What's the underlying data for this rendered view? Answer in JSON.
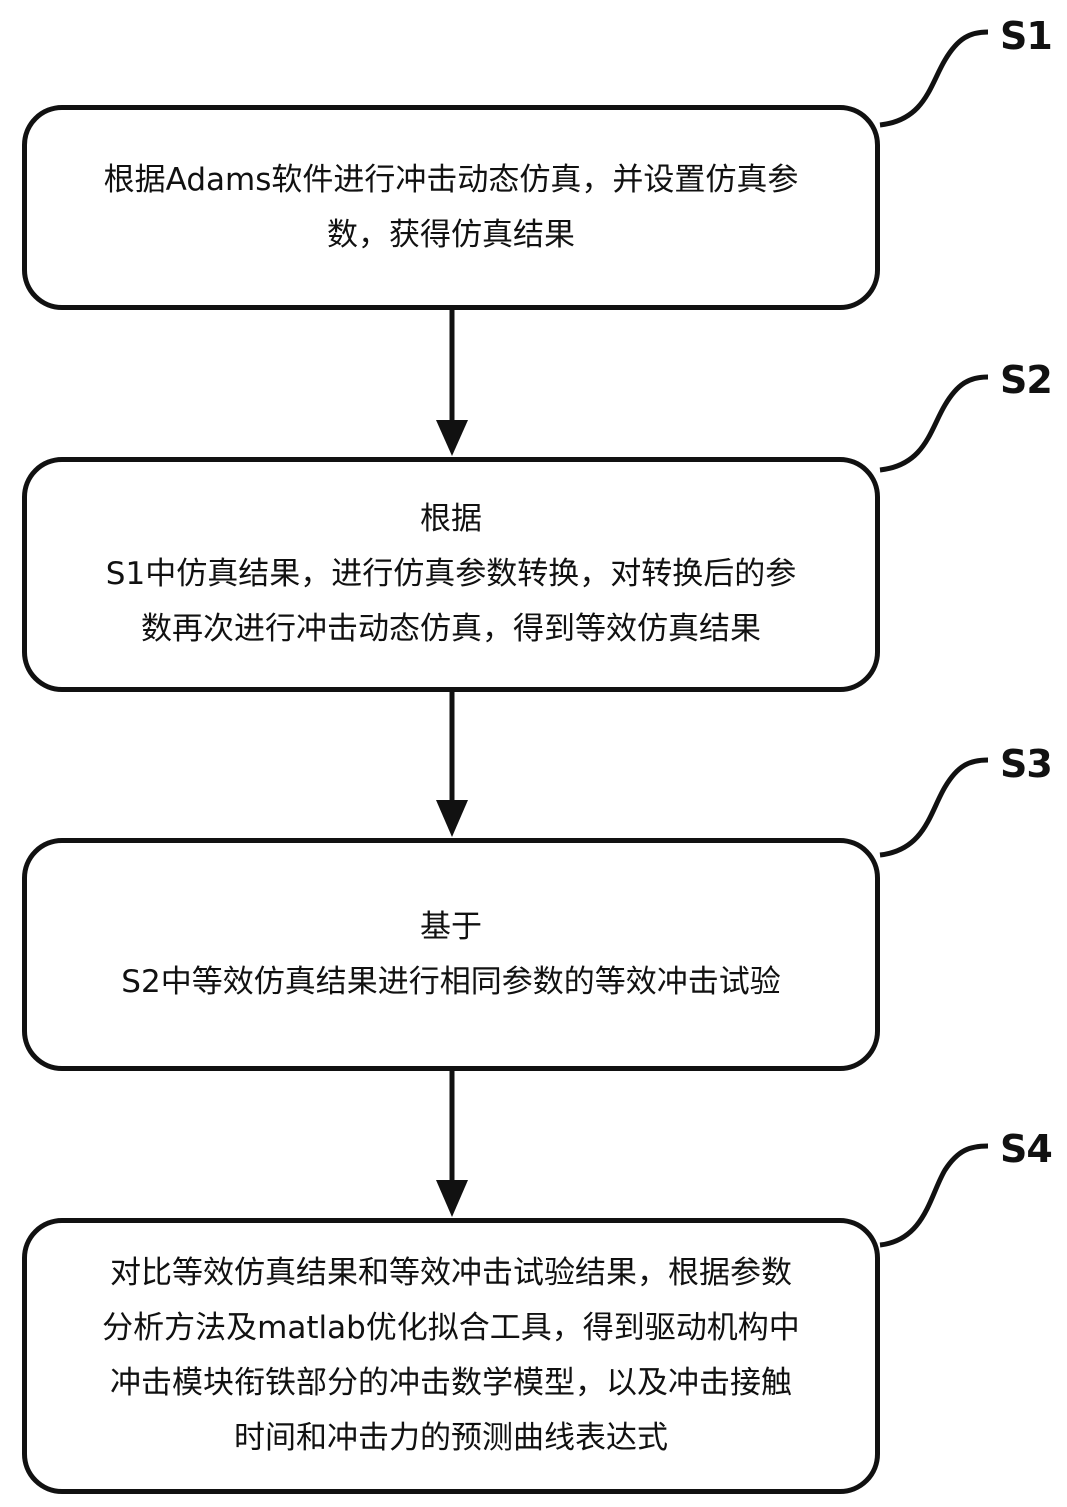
{
  "diagram": {
    "type": "flowchart",
    "direction": "top-to-bottom",
    "steps": [
      {
        "id": "S1",
        "label": "S1",
        "lines": [
          "根据Adams软件进行冲击动态仿真，并设置仿真参",
          "数，获得仿真结果"
        ]
      },
      {
        "id": "S2",
        "label": "S2",
        "lines": [
          "根据",
          "S1中仿真结果，进行仿真参数转换，对转换后的参",
          "数再次进行冲击动态仿真，得到等效仿真结果"
        ]
      },
      {
        "id": "S3",
        "label": "S3",
        "lines": [
          "基于",
          "S2中等效仿真结果进行相同参数的等效冲击试验"
        ]
      },
      {
        "id": "S4",
        "label": "S4",
        "lines": [
          "对比等效仿真结果和等效冲击试验结果，根据参数",
          "分析方法及matlab优化拟合工具，得到驱动机构中",
          "冲击模块衔铁部分的冲击数学模型，以及冲击接触",
          "时间和冲击力的预测曲线表达式"
        ]
      }
    ],
    "edges": [
      {
        "from": "S1",
        "to": "S2"
      },
      {
        "from": "S2",
        "to": "S3"
      },
      {
        "from": "S3",
        "to": "S4"
      }
    ],
    "colors": {
      "stroke": "#111111",
      "background": "#ffffff",
      "text": "#111111"
    }
  }
}
